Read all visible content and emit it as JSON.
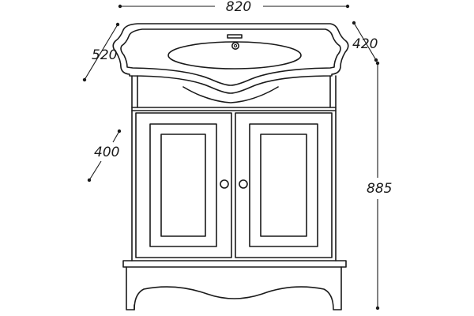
{
  "dimensions": {
    "width": "820",
    "depth_top": "520",
    "depth_side": "420",
    "height": "885",
    "cabinet_depth": "400"
  }
}
